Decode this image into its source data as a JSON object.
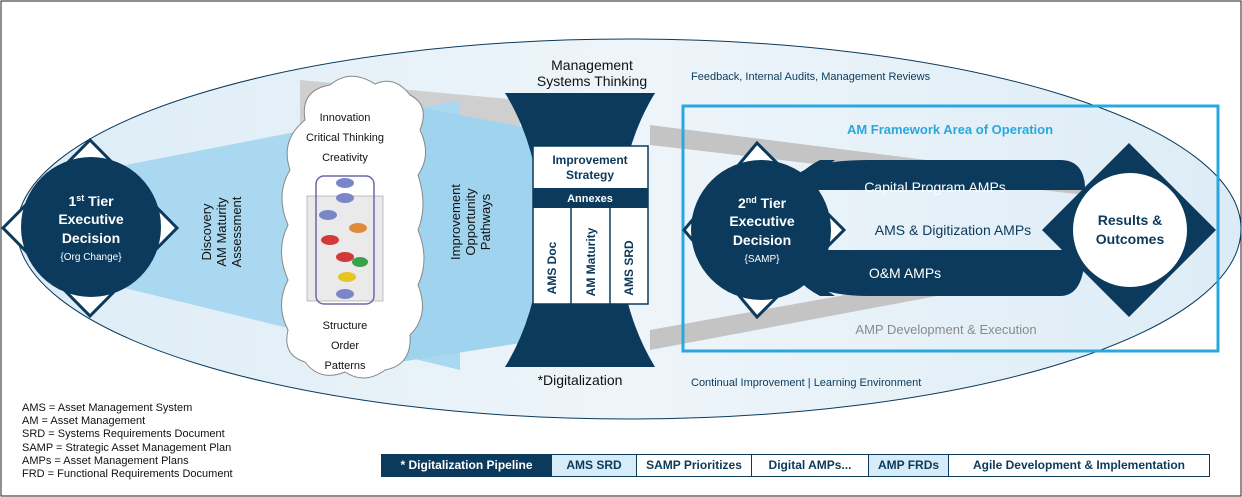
{
  "colors": {
    "navy": "#0b3a5c",
    "light_blue": "#a9d8f0",
    "mid_blue": "#29a8dd",
    "ellipse_fill": "#e6f1f8",
    "gray_band": "#c9c9c9"
  },
  "top": {
    "management_line1": "Management",
    "management_line2": "Systems Thinking",
    "feedback": "Feedback, Internal Audits, Management Reviews"
  },
  "bottom": {
    "digitalization": "*Digitalization",
    "continual": "Continual Improvement | Learning Environment"
  },
  "tier1": {
    "line1_num": "1",
    "line1_sup": "st",
    "line1_rest": " Tier",
    "line2": "Executive",
    "line3": "Decision",
    "line4": "{Org Change}"
  },
  "discovery": {
    "line1": "Discovery",
    "line2": "AM Maturity",
    "line3": "Assessment"
  },
  "cloud": {
    "top_line1": "Innovation",
    "top_line2": "Critical Thinking",
    "top_line3": "Creativity",
    "bottom_line1": "Structure",
    "bottom_line2": "Order",
    "bottom_line3": "Patterns"
  },
  "improvement_pathways": {
    "line1": "Improvement",
    "line2": "Opportunity",
    "line3": "Pathways"
  },
  "strategy": {
    "title_line1": "Improvement",
    "title_line2": "Strategy",
    "annexes": "Annexes",
    "columns": [
      "AMS Doc",
      "AM Maturity",
      "AMS SRD"
    ]
  },
  "framework": {
    "title": "AM Framework Area of Operation",
    "footer": "AMP Development & Execution"
  },
  "tier2": {
    "line1_num": "2",
    "line1_sup": "nd",
    "line1_rest": " Tier",
    "line2": "Executive",
    "line3": "Decision",
    "line4": "{SAMP}"
  },
  "amps": {
    "capital": "Capital Program AMPs",
    "digitization": "AMS & Digitization AMPs",
    "om": "O&M AMPs"
  },
  "results": {
    "line1": "Results &",
    "line2": "Outcomes"
  },
  "legend": [
    "AMS = Asset Management System",
    "AM = Asset Management",
    "SRD = Systems Requirements Document",
    "SAMP = Strategic Asset Management Plan",
    "AMPs = Asset Management Plans",
    "FRD = Functional Requirements Document"
  ],
  "pipeline": [
    "* Digitalization Pipeline",
    "AMS SRD",
    "SAMP Prioritizes",
    "Digital AMPs...",
    "AMP FRDs",
    "Agile Development & Implementation"
  ]
}
